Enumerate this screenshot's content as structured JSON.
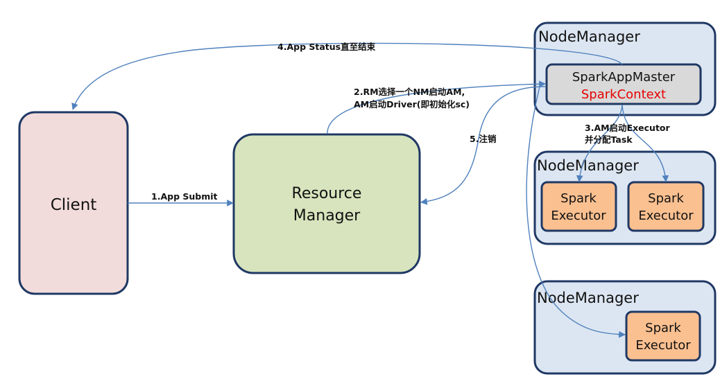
{
  "nodes": {
    "client": {
      "label": "Client",
      "fill": "#f2dcdb",
      "stroke": "#1f3864"
    },
    "resource_manager": {
      "line1": "Resource",
      "line2": "Manager",
      "fill": "#d7e4bd",
      "stroke": "#1f3864"
    },
    "node_manager_1": {
      "label": "NodeManager",
      "fill": "#dce6f2",
      "stroke": "#1f3864"
    },
    "spark_app_master": {
      "label": "SparkAppMaster",
      "context": "SparkContext",
      "fill": "#d9d9d9",
      "context_color": "#e60000"
    },
    "node_manager_2": {
      "label": "NodeManager"
    },
    "node_manager_3": {
      "label": "NodeManager"
    },
    "executor_label": {
      "line1": "Spark",
      "line2": "Executor",
      "fill": "#fac090"
    }
  },
  "edges": {
    "app_submit": "1.App Submit",
    "rm_select_line1": "2.RM选择一个NM启动AM,",
    "rm_select_line2": "AM启动Driver(即初始化sc)",
    "am_start_exec_line1": "3.AM启动Executor",
    "am_start_exec_line2": "并分配Task",
    "app_status": "4.App Status直至结束",
    "unregister": "5.注销"
  },
  "colors": {
    "arrow": "#4f81bd",
    "text": "#111111"
  }
}
